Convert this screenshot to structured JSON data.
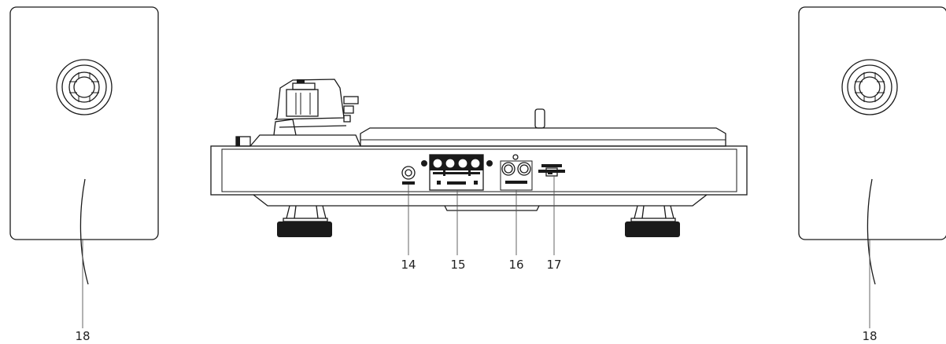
{
  "callouts": {
    "c14": "14",
    "c15": "15",
    "c16": "16",
    "c17": "17",
    "c18_left": "18",
    "c18_right": "18"
  },
  "colors": {
    "line": "#1a1a1a",
    "background": "#ffffff"
  }
}
